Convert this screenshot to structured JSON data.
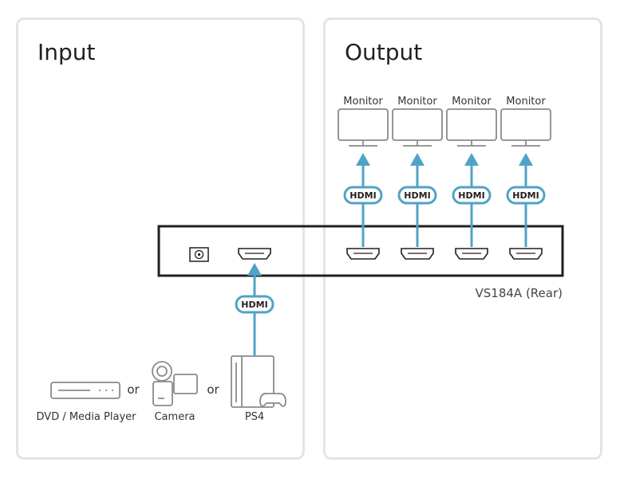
{
  "input_panel": {
    "title": "Input",
    "devices": [
      {
        "label": "DVD / Media Player",
        "icon": "media-player-icon"
      },
      {
        "label": "Camera",
        "icon": "camera-icon"
      },
      {
        "label": "PS4",
        "icon": "ps4-icon"
      }
    ],
    "separator": "or",
    "cable_label": "HDMI"
  },
  "output_panel": {
    "title": "Output",
    "monitors": [
      "Monitor",
      "Monitor",
      "Monitor",
      "Monitor"
    ],
    "cable_label": "HDMI"
  },
  "device": {
    "caption": "VS184A (Rear)"
  },
  "colors": {
    "cable": "#4fa3c7",
    "outline": "#231f20",
    "icon_gray": "#8a8a8a"
  }
}
